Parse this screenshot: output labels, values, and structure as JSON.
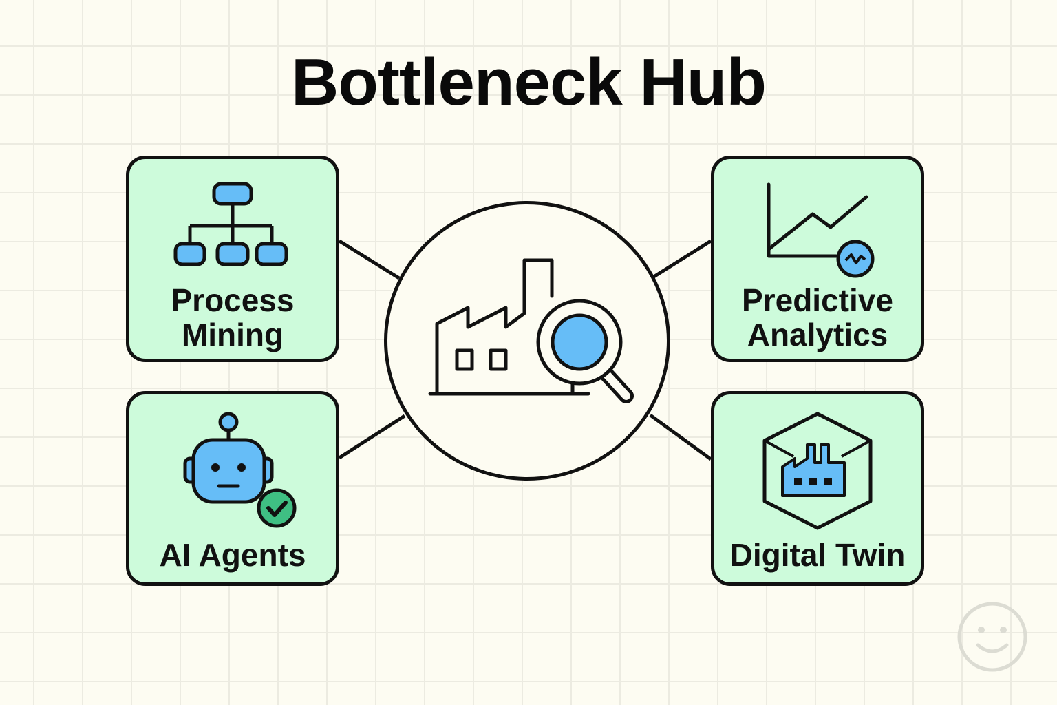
{
  "title": "Bottleneck Hub",
  "colors": {
    "background": "#fdfcf2",
    "card_fill": "#cdfbdb",
    "icon_blue": "#66bdf7",
    "check_green": "#3fbf83",
    "outline": "#111111"
  },
  "hub": {
    "icon": "factory-magnifier-icon"
  },
  "cards": {
    "process_mining": {
      "line1": "Process",
      "line2": "Mining",
      "icon": "org-chart-icon"
    },
    "predictive_analytics": {
      "line1": "Predictive",
      "line2": "Analytics",
      "icon": "line-chart-icon"
    },
    "ai_agents": {
      "label": "AI Agents",
      "icon": "robot-check-icon"
    },
    "digital_twin": {
      "label": "Digital Twin",
      "icon": "factory-hexagon-icon"
    }
  },
  "corner_icon": "smiley-icon"
}
